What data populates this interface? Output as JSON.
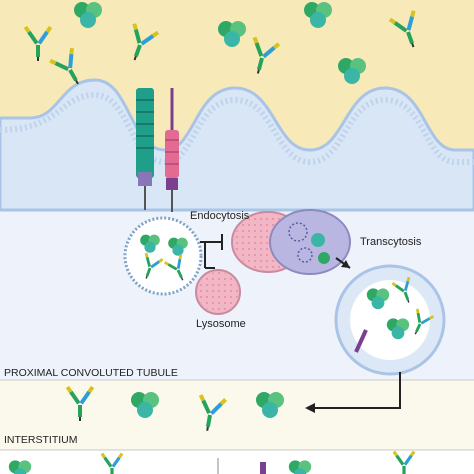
{
  "labels": {
    "endocytosis": "Endocytosis",
    "lysosome": "Lysosome",
    "transcytosis": "Transcytosis",
    "proximal_tubule": "PROXIMAL CONVOLUTED TUBULE",
    "interstitium": "INTERSTITIUM"
  },
  "colors": {
    "lumen": "#f7eab8",
    "cytoplasm": "#eef3fb",
    "interstitium": "#fbf8ec",
    "membrane": "#a9c4e6",
    "albumin_green": "#2fa866",
    "albumin_teal": "#3bb5a6",
    "antibody_green": "#25a35a",
    "antibody_yellow": "#d8c21d",
    "antibody_blue": "#2e9ed6",
    "receptor_teal": "#1f9e8a",
    "receptor_pink": "#e36a93",
    "receptor_purple": "#7a3f8f",
    "lysosome": "#f2b6c4",
    "endosome": "#b9b7e2"
  },
  "icons": [
    "albumin-icon",
    "antibody-icon",
    "fcrn-receptor-icon",
    "megalin-receptor-icon",
    "endosome-icon",
    "lysosome-icon",
    "arrow-icon"
  ]
}
